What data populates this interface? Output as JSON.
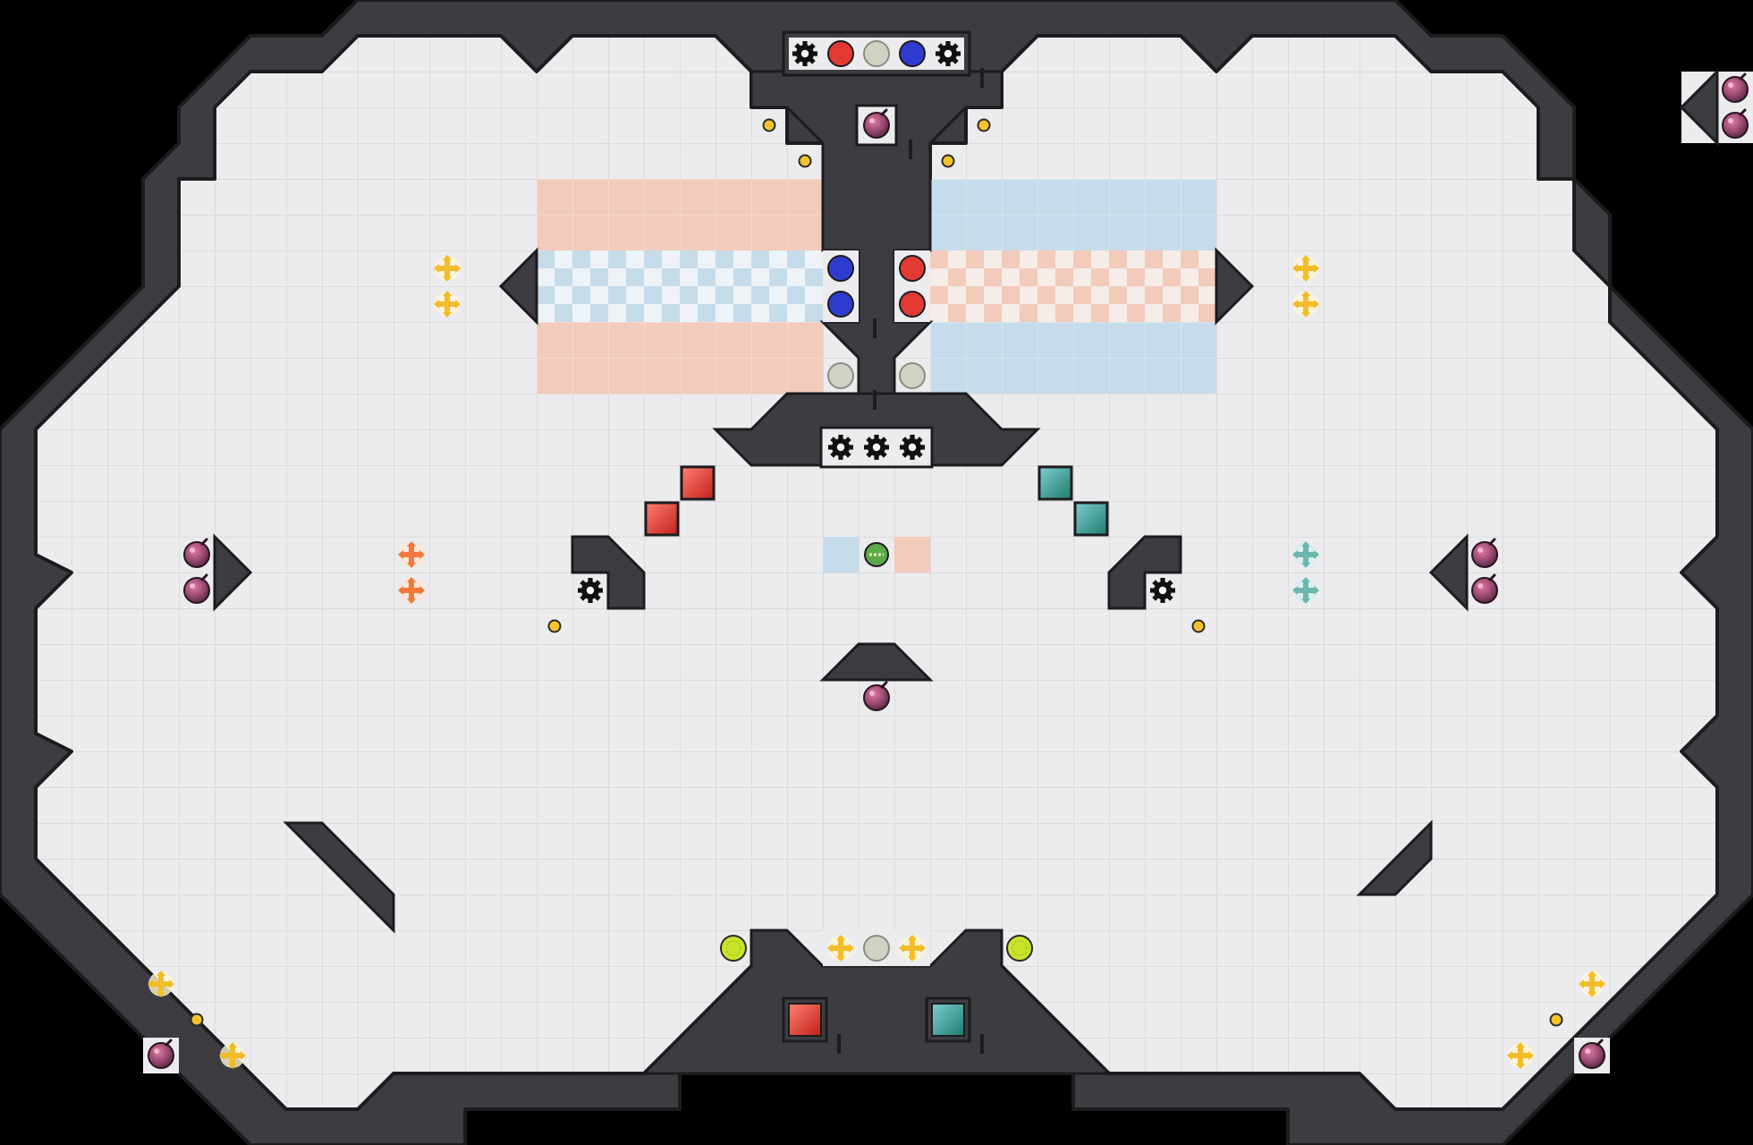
{
  "game": {
    "board_grid": {
      "columns": 49,
      "rows": 32
    },
    "colors": {
      "background": "#000000",
      "floor": "#ececee",
      "floor_grid": "#d9d9dd",
      "wall": "#3d3d41",
      "wall_edge": "#1c1c1f",
      "red_team": "#e23a33",
      "blue_team": "#2f3bd0",
      "neutral": "#cfd3c4",
      "red_zone": "#f2cbbb",
      "blue_zone": "#c6dceb",
      "powerup_yellow": "#f3bd2a",
      "powerup_orange": "#ef7a3c",
      "powerup_teal": "#6bb7b0",
      "bomb": "#9a4a72",
      "boost_pad": "#c9e22b",
      "red_gate": "#e8332b",
      "teal_gate": "#2f9c95",
      "flag_ball": "#5ca94a"
    },
    "top_toggle_panel": [
      "gear",
      "red",
      "neutral",
      "blue",
      "gear"
    ],
    "middle_toggle_panel": [
      "gear",
      "gear",
      "gear"
    ],
    "legend": {
      "items": [
        "red-team-ball",
        "blue-team-ball",
        "neutral-ball",
        "speed-boost",
        "bomb",
        "gear-toggle",
        "gate"
      ]
    }
  }
}
